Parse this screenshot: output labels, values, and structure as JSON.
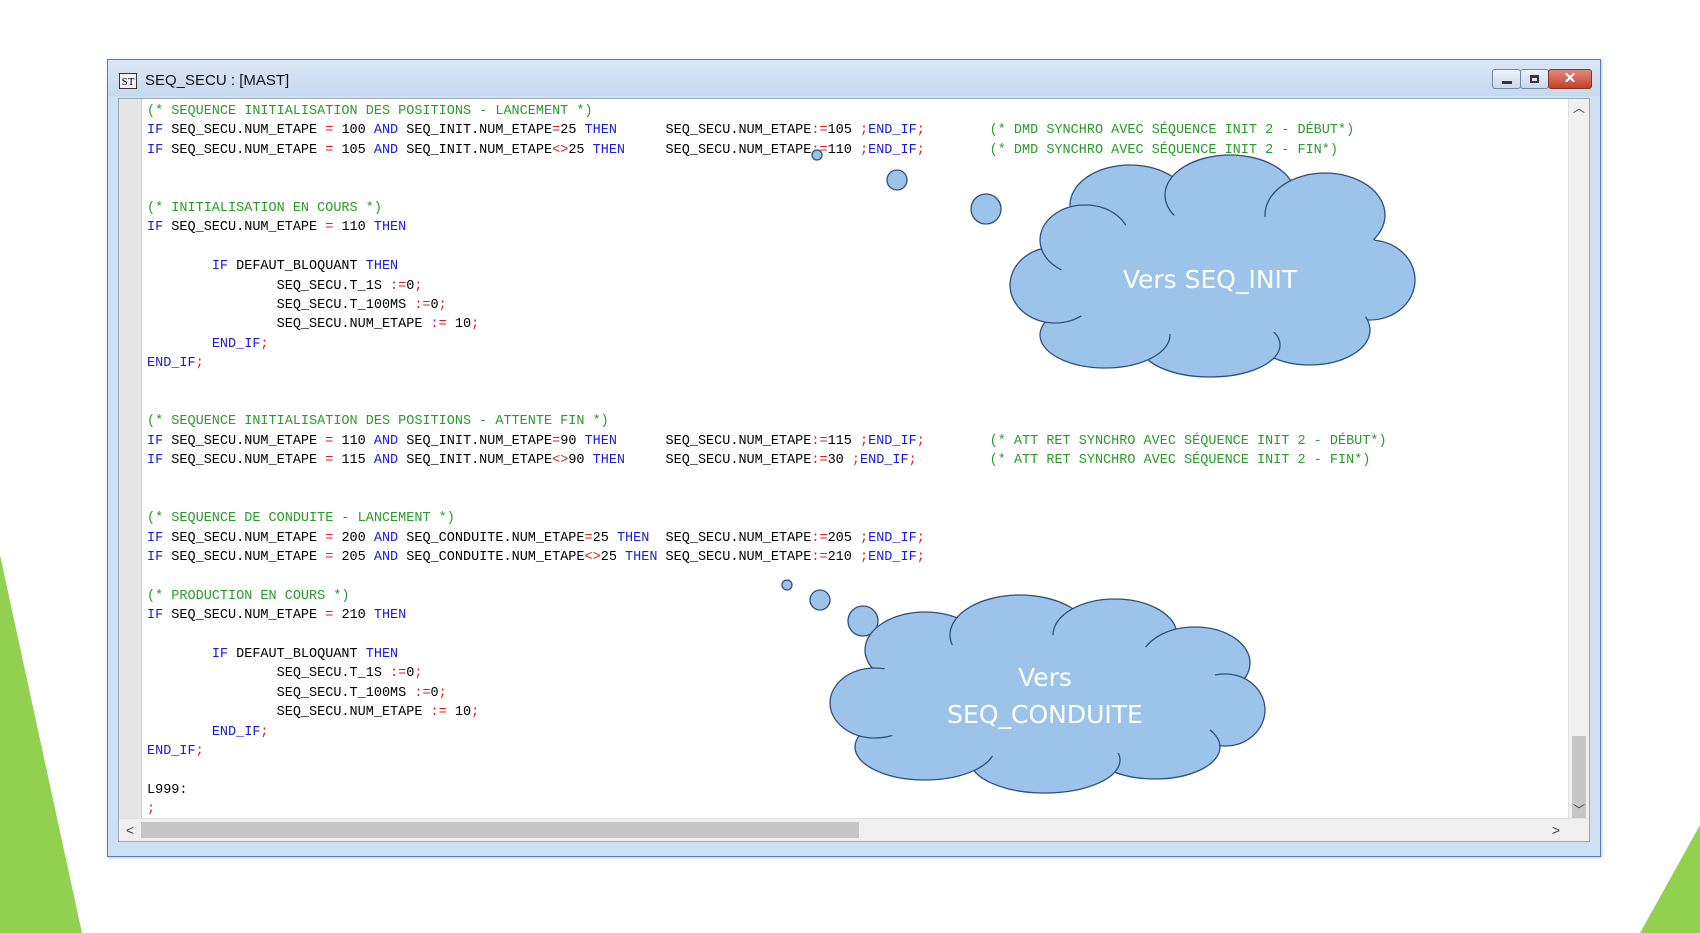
{
  "window": {
    "title": "SEQ_SECU : [MAST]",
    "icon_label": "ST",
    "close_glyph": "✕"
  },
  "code": {
    "lines": [
      [
        {
          "c": "cmt",
          "t": "(* SEQUENCE INITIALISATION DES POSITIONS - LANCEMENT *)"
        }
      ],
      [
        {
          "c": "kw",
          "t": "IF"
        },
        {
          "c": "id",
          "t": " SEQ_SECU.NUM_ETAPE "
        },
        {
          "c": "op",
          "t": "="
        },
        {
          "c": "id",
          "t": " 100 "
        },
        {
          "c": "kw",
          "t": "AND"
        },
        {
          "c": "id",
          "t": " SEQ_INIT.NUM_ETAPE"
        },
        {
          "c": "op",
          "t": "="
        },
        {
          "c": "id",
          "t": "25 "
        },
        {
          "c": "kw",
          "t": "THEN"
        },
        {
          "c": "id",
          "t": "      SEQ_SECU.NUM_ETAPE"
        },
        {
          "c": "op",
          "t": ":="
        },
        {
          "c": "id",
          "t": "105 "
        },
        {
          "c": "op",
          "t": ";"
        },
        {
          "c": "kw",
          "t": "END_IF"
        },
        {
          "c": "op",
          "t": ";"
        },
        {
          "c": "id",
          "t": "        "
        },
        {
          "c": "cmt",
          "t": "(* DMD SYNCHRO AVEC SÉQUENCE INIT 2 - DÉBUT*)"
        }
      ],
      [
        {
          "c": "kw",
          "t": "IF"
        },
        {
          "c": "id",
          "t": " SEQ_SECU.NUM_ETAPE "
        },
        {
          "c": "op",
          "t": "="
        },
        {
          "c": "id",
          "t": " 105 "
        },
        {
          "c": "kw",
          "t": "AND"
        },
        {
          "c": "id",
          "t": " SEQ_INIT.NUM_ETAPE"
        },
        {
          "c": "op",
          "t": "<>"
        },
        {
          "c": "id",
          "t": "25 "
        },
        {
          "c": "kw",
          "t": "THEN"
        },
        {
          "c": "id",
          "t": "     SEQ_SECU.NUM_ETAPE"
        },
        {
          "c": "op",
          "t": ":="
        },
        {
          "c": "id",
          "t": "110 "
        },
        {
          "c": "op",
          "t": ";"
        },
        {
          "c": "kw",
          "t": "END_IF"
        },
        {
          "c": "op",
          "t": ";"
        },
        {
          "c": "id",
          "t": "        "
        },
        {
          "c": "cmt",
          "t": "(* DMD SYNCHRO AVEC SÉQUENCE INIT 2 - FIN*)"
        }
      ],
      [],
      [],
      [
        {
          "c": "cmt",
          "t": "(* INITIALISATION EN COURS *)"
        }
      ],
      [
        {
          "c": "kw",
          "t": "IF"
        },
        {
          "c": "id",
          "t": " SEQ_SECU.NUM_ETAPE "
        },
        {
          "c": "op",
          "t": "="
        },
        {
          "c": "id",
          "t": " 110 "
        },
        {
          "c": "kw",
          "t": "THEN"
        }
      ],
      [],
      [
        {
          "c": "id",
          "t": "        "
        },
        {
          "c": "kw",
          "t": "IF"
        },
        {
          "c": "id",
          "t": " DEFAUT_BLOQUANT "
        },
        {
          "c": "kw",
          "t": "THEN"
        }
      ],
      [
        {
          "c": "id",
          "t": "                SEQ_SECU.T_1S "
        },
        {
          "c": "op",
          "t": ":="
        },
        {
          "c": "id",
          "t": "0"
        },
        {
          "c": "op",
          "t": ";"
        }
      ],
      [
        {
          "c": "id",
          "t": "                SEQ_SECU.T_100MS "
        },
        {
          "c": "op",
          "t": ":="
        },
        {
          "c": "id",
          "t": "0"
        },
        {
          "c": "op",
          "t": ";"
        }
      ],
      [
        {
          "c": "id",
          "t": "                SEQ_SECU.NUM_ETAPE "
        },
        {
          "c": "op",
          "t": ":="
        },
        {
          "c": "id",
          "t": " 10"
        },
        {
          "c": "op",
          "t": ";"
        }
      ],
      [
        {
          "c": "id",
          "t": "        "
        },
        {
          "c": "kw",
          "t": "END_IF"
        },
        {
          "c": "op",
          "t": ";"
        }
      ],
      [
        {
          "c": "kw",
          "t": "END_IF"
        },
        {
          "c": "op",
          "t": ";"
        }
      ],
      [],
      [],
      [
        {
          "c": "cmt",
          "t": "(* SEQUENCE INITIALISATION DES POSITIONS - ATTENTE FIN *)"
        }
      ],
      [
        {
          "c": "kw",
          "t": "IF"
        },
        {
          "c": "id",
          "t": " SEQ_SECU.NUM_ETAPE "
        },
        {
          "c": "op",
          "t": "="
        },
        {
          "c": "id",
          "t": " 110 "
        },
        {
          "c": "kw",
          "t": "AND"
        },
        {
          "c": "id",
          "t": " SEQ_INIT.NUM_ETAPE"
        },
        {
          "c": "op",
          "t": "="
        },
        {
          "c": "id",
          "t": "90 "
        },
        {
          "c": "kw",
          "t": "THEN"
        },
        {
          "c": "id",
          "t": "      SEQ_SECU.NUM_ETAPE"
        },
        {
          "c": "op",
          "t": ":="
        },
        {
          "c": "id",
          "t": "115 "
        },
        {
          "c": "op",
          "t": ";"
        },
        {
          "c": "kw",
          "t": "END_IF"
        },
        {
          "c": "op",
          "t": ";"
        },
        {
          "c": "id",
          "t": "        "
        },
        {
          "c": "cmt",
          "t": "(* ATT RET SYNCHRO AVEC SÉQUENCE INIT 2 - DÉBUT*)"
        }
      ],
      [
        {
          "c": "kw",
          "t": "IF"
        },
        {
          "c": "id",
          "t": " SEQ_SECU.NUM_ETAPE "
        },
        {
          "c": "op",
          "t": "="
        },
        {
          "c": "id",
          "t": " 115 "
        },
        {
          "c": "kw",
          "t": "AND"
        },
        {
          "c": "id",
          "t": " SEQ_INIT.NUM_ETAPE"
        },
        {
          "c": "op",
          "t": "<>"
        },
        {
          "c": "id",
          "t": "90 "
        },
        {
          "c": "kw",
          "t": "THEN"
        },
        {
          "c": "id",
          "t": "     SEQ_SECU.NUM_ETAPE"
        },
        {
          "c": "op",
          "t": ":="
        },
        {
          "c": "id",
          "t": "30 "
        },
        {
          "c": "op",
          "t": ";"
        },
        {
          "c": "kw",
          "t": "END_IF"
        },
        {
          "c": "op",
          "t": ";"
        },
        {
          "c": "id",
          "t": "         "
        },
        {
          "c": "cmt",
          "t": "(* ATT RET SYNCHRO AVEC SÉQUENCE INIT 2 - FIN*)"
        }
      ],
      [],
      [],
      [
        {
          "c": "cmt",
          "t": "(* SEQUENCE DE CONDUITE - LANCEMENT *)"
        }
      ],
      [
        {
          "c": "kw",
          "t": "IF"
        },
        {
          "c": "id",
          "t": " SEQ_SECU.NUM_ETAPE "
        },
        {
          "c": "op",
          "t": "="
        },
        {
          "c": "id",
          "t": " 200 "
        },
        {
          "c": "kw",
          "t": "AND"
        },
        {
          "c": "id",
          "t": " SEQ_CONDUITE.NUM_ETAPE"
        },
        {
          "c": "op",
          "t": "="
        },
        {
          "c": "id",
          "t": "25 "
        },
        {
          "c": "kw",
          "t": "THEN"
        },
        {
          "c": "id",
          "t": "  SEQ_SECU.NUM_ETAPE"
        },
        {
          "c": "op",
          "t": ":="
        },
        {
          "c": "id",
          "t": "205 "
        },
        {
          "c": "op",
          "t": ";"
        },
        {
          "c": "kw",
          "t": "END_IF"
        },
        {
          "c": "op",
          "t": ";"
        }
      ],
      [
        {
          "c": "kw",
          "t": "IF"
        },
        {
          "c": "id",
          "t": " SEQ_SECU.NUM_ETAPE "
        },
        {
          "c": "op",
          "t": "="
        },
        {
          "c": "id",
          "t": " 205 "
        },
        {
          "c": "kw",
          "t": "AND"
        },
        {
          "c": "id",
          "t": " SEQ_CONDUITE.NUM_ETAPE"
        },
        {
          "c": "op",
          "t": "<>"
        },
        {
          "c": "id",
          "t": "25 "
        },
        {
          "c": "kw",
          "t": "THEN"
        },
        {
          "c": "id",
          "t": " SEQ_SECU.NUM_ETAPE"
        },
        {
          "c": "op",
          "t": ":="
        },
        {
          "c": "id",
          "t": "210 "
        },
        {
          "c": "op",
          "t": ";"
        },
        {
          "c": "kw",
          "t": "END_IF"
        },
        {
          "c": "op",
          "t": ";"
        }
      ],
      [],
      [
        {
          "c": "cmt",
          "t": "(* PRODUCTION EN COURS *)"
        }
      ],
      [
        {
          "c": "kw",
          "t": "IF"
        },
        {
          "c": "id",
          "t": " SEQ_SECU.NUM_ETAPE "
        },
        {
          "c": "op",
          "t": "="
        },
        {
          "c": "id",
          "t": " 210 "
        },
        {
          "c": "kw",
          "t": "THEN"
        }
      ],
      [],
      [
        {
          "c": "id",
          "t": "        "
        },
        {
          "c": "kw",
          "t": "IF"
        },
        {
          "c": "id",
          "t": " DEFAUT_BLOQUANT "
        },
        {
          "c": "kw",
          "t": "THEN"
        }
      ],
      [
        {
          "c": "id",
          "t": "                SEQ_SECU.T_1S "
        },
        {
          "c": "op",
          "t": ":="
        },
        {
          "c": "id",
          "t": "0"
        },
        {
          "c": "op",
          "t": ";"
        }
      ],
      [
        {
          "c": "id",
          "t": "                SEQ_SECU.T_100MS "
        },
        {
          "c": "op",
          "t": ":="
        },
        {
          "c": "id",
          "t": "0"
        },
        {
          "c": "op",
          "t": ";"
        }
      ],
      [
        {
          "c": "id",
          "t": "                SEQ_SECU.NUM_ETAPE "
        },
        {
          "c": "op",
          "t": ":="
        },
        {
          "c": "id",
          "t": " 10"
        },
        {
          "c": "op",
          "t": ";"
        }
      ],
      [
        {
          "c": "id",
          "t": "        "
        },
        {
          "c": "kw",
          "t": "END_IF"
        },
        {
          "c": "op",
          "t": ";"
        }
      ],
      [
        {
          "c": "kw",
          "t": "END_IF"
        },
        {
          "c": "op",
          "t": ";"
        }
      ],
      [],
      [
        {
          "c": "id",
          "t": "L999:"
        }
      ],
      [
        {
          "c": "op",
          "t": ";"
        }
      ]
    ]
  },
  "callouts": {
    "init": {
      "text": "Vers SEQ_INIT"
    },
    "conduite": {
      "line1": "Vers",
      "line2": "SEQ_CONDUITE"
    }
  },
  "scrollbar": {
    "up_glyph": "︿",
    "down_glyph": "﹀",
    "left_glyph": "<",
    "right_glyph": ">"
  },
  "colors": {
    "comment": "#2a9a2a",
    "keyword": "#1a1add",
    "operator": "#e01a1a",
    "callout_fill": "#9cc3ea",
    "callout_stroke": "#2f4f78",
    "slide_accent": "#92d050"
  }
}
